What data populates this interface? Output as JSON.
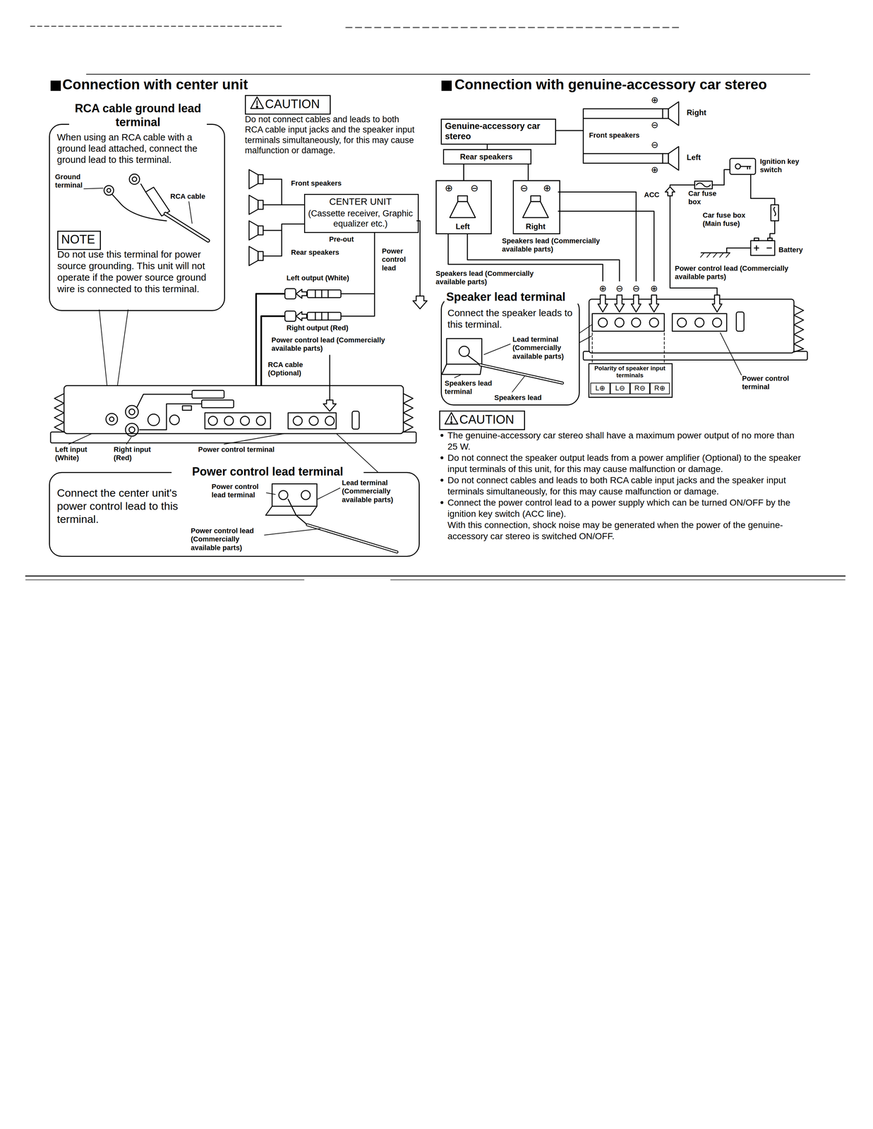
{
  "diagram": {
    "nodes": [
      {
        "text": [
          "RCA cable ground lead terminal",
          "When using an RCA cable with a ground lead attached, connect the ground lead to this terminal.",
          "Ground terminal",
          "RCA cable",
          "Do not use this terminal for power source grounding. This unit will not operate if the power source ground wire is connected to this terminal."
        ]
      },
      {
        "text": [
          "NOTE"
        ],
        "in": 0
      },
      {
        "text": [
          "CAUTION"
        ]
      },
      {
        "text": [
          "CENTER UNIT",
          "(Cassette receiver, Graphic equalizer etc.)"
        ]
      },
      {
        "text": [
          "Power control lead terminal",
          "Connect the center unit's power control lead to this terminal.",
          "Power control lead terminal",
          "Lead terminal (Commercially available parts)",
          "Power control lead (Commercially available parts)"
        ]
      },
      {
        "text": [
          "Genuine-accessory car stereo"
        ]
      },
      {
        "text": [
          "Rear speakers"
        ]
      },
      {
        "text": [
          "⊕",
          "⊖",
          "Left"
        ]
      },
      {
        "text": [
          "⊖",
          "⊕",
          "Right"
        ]
      },
      {
        "text": [
          "Speaker lead terminal",
          "Connect the speaker leads to this terminal.",
          "Lead terminal (Commercially available parts)",
          "Speakers lead terminal",
          "Speakers lead"
        ]
      },
      {
        "text": [
          "Polarity of speaker input terminals",
          "L⊕",
          "L⊖",
          "R⊖",
          "R⊕"
        ]
      },
      {
        "text": [
          "CAUTION"
        ]
      }
    ],
    "edges": [
      {
        "from": 5,
        "to": 6,
        "arrow": "none"
      },
      {
        "from": 6,
        "to": 7,
        "arrow": "none"
      },
      {
        "from": 6,
        "to": 8,
        "arrow": "none"
      }
    ],
    "labels": [
      "Connection with center unit",
      "Do not connect cables and leads to both RCA cable input jacks and the speaker input terminals simultaneously, for this may cause malfunction or damage.",
      "Front speakers",
      "Rear speakers",
      "Pre-out",
      "Power control lead",
      "Left output (White)",
      "Right output (Red)",
      "Power control lead (Commercially available parts)",
      "RCA cable (Optional)",
      "Left input (White)",
      "Right input (Red)",
      "Power control terminal",
      "Connection with genuine-accessory car stereo",
      "⊕",
      "Right",
      "⊖",
      "Front speakers",
      "⊖",
      "Left",
      "⊕",
      "Ignition key switch",
      "ACC",
      "Car fuse box",
      "Car fuse box (Main fuse)",
      "Battery",
      "Speakers lead (Commercially available parts)",
      "Speakers lead (Commercially available parts)",
      "Power control lead (Commercially available parts)",
      "⊕",
      "⊖",
      "⊖",
      "⊕",
      "Power control terminal",
      "The genuine-accessory car stereo shall have a maximum power output of no more than 25 W.",
      "Do not connect the speaker output leads from a power amplifier (Optional) to the speaker input terminals of this unit, for this may cause malfunction or damage.",
      "Do not connect cables and leads to both RCA cable input jacks and the speaker input terminals simultaneously, for this may cause malfunction or damage.",
      "Connect the power control lead to a power supply which can be turned ON/OFF by the ignition key switch (ACC line).",
      "With this connection, shock noise may be generated when the power of the genuine-accessory car stereo is switched ON/OFF."
    ]
  }
}
